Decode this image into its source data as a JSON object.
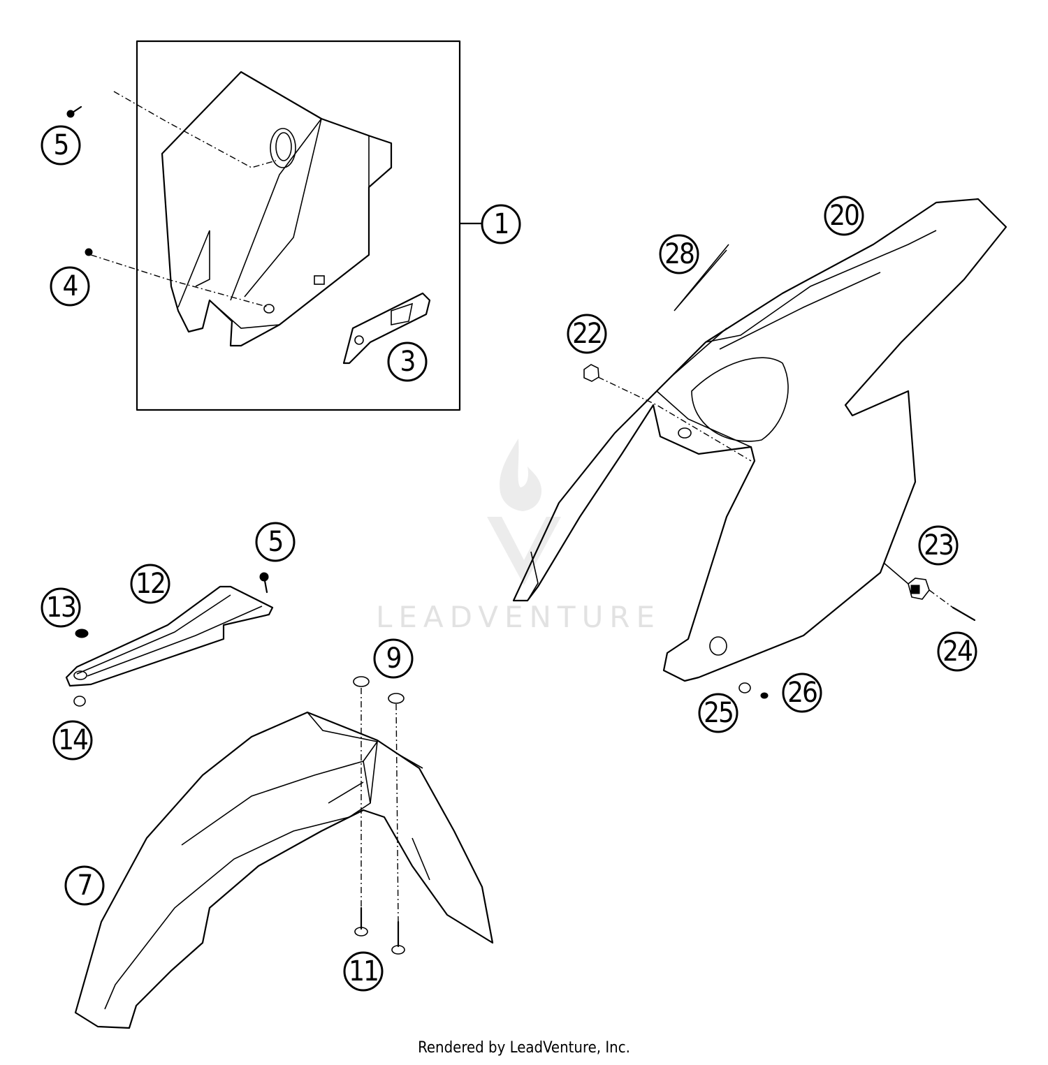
{
  "watermark": {
    "text": "LEADVENTURE"
  },
  "footer": {
    "text": "Rendered by LeadVenture, Inc."
  },
  "callouts": {
    "c1": "1",
    "c3": "3",
    "c4": "4",
    "c5a": "5",
    "c5b": "5",
    "c7": "7",
    "c9": "9",
    "c11": "11",
    "c12": "12",
    "c13": "13",
    "c14": "14",
    "c20": "20",
    "c22": "22",
    "c23": "23",
    "c24": "24",
    "c25": "25",
    "c26": "26",
    "c28": "28"
  }
}
